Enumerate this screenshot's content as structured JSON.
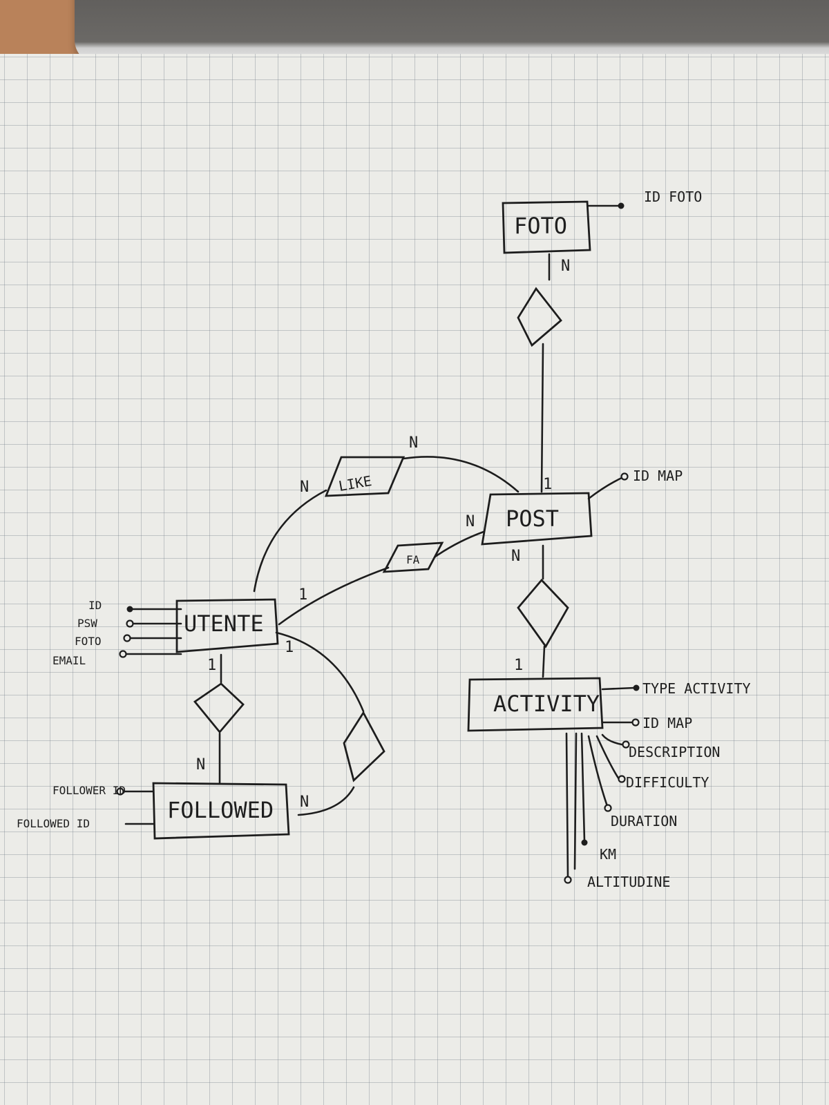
{
  "entities": {
    "foto": "FOTO",
    "post": "POST",
    "utente": "UTENTE",
    "activity": "ACTIVITY",
    "followed": "FOLLOWED"
  },
  "relationships": {
    "like": "LIKE",
    "fa": "FA"
  },
  "attributes": {
    "foto_id": "ID FOTO",
    "post_id_map": "ID MAP",
    "utente": [
      "ID",
      "PSW",
      "FOTO",
      "EMAIL"
    ],
    "followed": [
      "FOLLOWER ID",
      "FOLLOWED ID"
    ],
    "activity": [
      "TYPE ACTIVITY",
      "ID MAP",
      "DESCRIPTION",
      "DIFFICULTY",
      "DURATION",
      "KM",
      "ALTITUDINE"
    ]
  },
  "cardinalities": {
    "foto_rel_top": "N",
    "post_rel_top": "1",
    "like_left": "N",
    "like_right": "N",
    "fa_post": "N",
    "fa_utente": "1",
    "post_rel_bottom": "N",
    "activity_rel_top": "1",
    "utente_followed_top": "1",
    "followed_rel_top": "N",
    "utente_right_rel": "1",
    "followed_right_rel": "N"
  }
}
